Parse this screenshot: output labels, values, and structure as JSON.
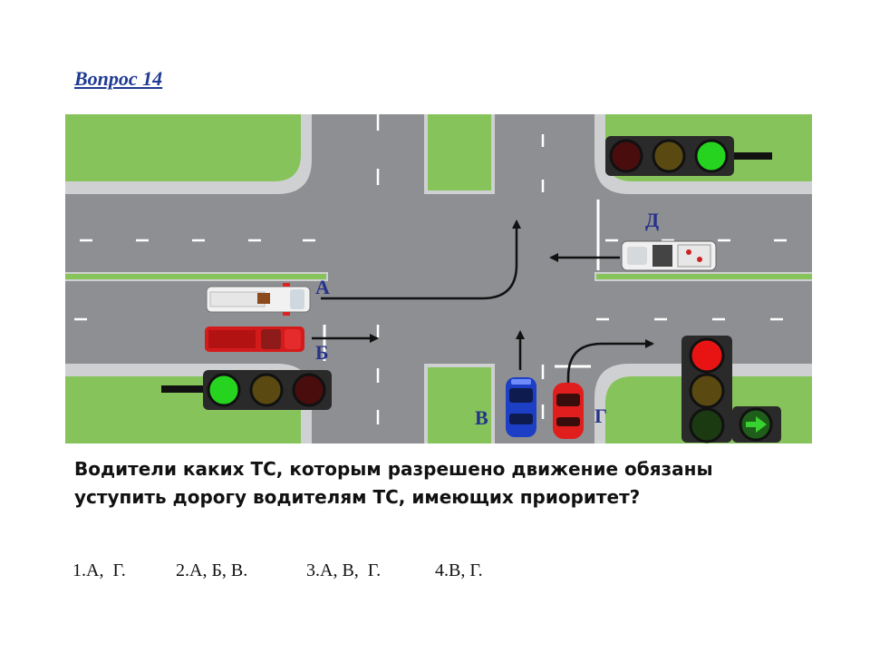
{
  "title": "Вопрос 14",
  "question": "Водители каких ТС, которым разрешено движение обязаны уступить дорогу водителям ТС, имеющих приоритет?",
  "answers": [
    "1.А,  Г.",
    "2.А, Б, В.",
    "3.А, В,  Г.",
    "4.В, Г."
  ],
  "vehicles": {
    "a": "А",
    "b": "Б",
    "v": "В",
    "g": "Г",
    "d": "Д"
  },
  "colors": {
    "title": "#1f3a93",
    "vehicle_label": "#26338a",
    "grass": "#86c35b",
    "road": "#8e8f92"
  }
}
